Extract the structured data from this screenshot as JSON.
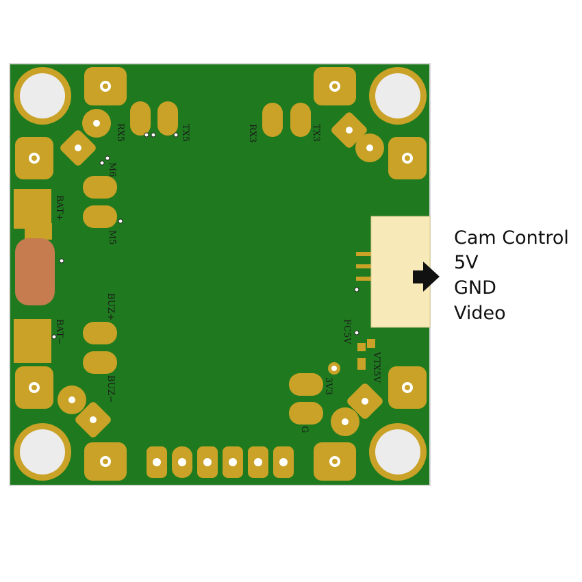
{
  "board": {
    "pcb_color": "#1f7a1f",
    "pad_color": "#c9a227",
    "battery_pad_color": "#c67c4e",
    "connector_color": "#f7eab8"
  },
  "silkscreen": {
    "rx5": "RX5",
    "tx5": "TX5",
    "rx3": "RX3",
    "tx3": "TX3",
    "m6": "M6",
    "m5": "M5",
    "bat_plus": "BAT+",
    "bat_minus": "BAT−",
    "buz_plus": "BUZ+",
    "buz_minus": "BUZ−",
    "fc5v": "FC5V",
    "vtx5v": "VTX5V",
    "v3v3": "3V3",
    "g": "G"
  },
  "annotation": {
    "title": "Cam Control",
    "pins": [
      "5V",
      "GND",
      "Video"
    ],
    "arrow": "right-arrow-icon"
  }
}
